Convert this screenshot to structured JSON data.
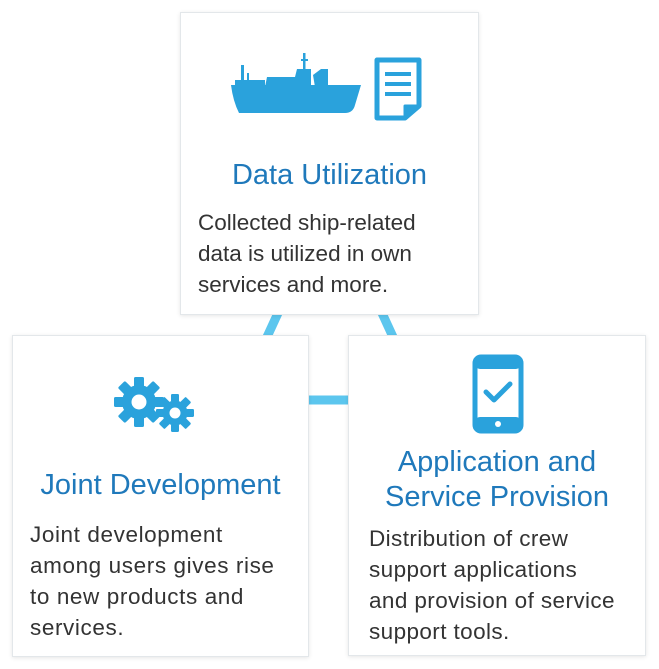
{
  "colors": {
    "accent": "#1f79bb",
    "icon": "#2aa2dc",
    "connector": "#5cc6ee",
    "text": "#333333"
  },
  "cards": {
    "data_utilization": {
      "title": "Data Utilization",
      "desc_lines": [
        "Collected ship-related",
        "data is utilized in own",
        "services and more."
      ],
      "icons": [
        "ship-icon",
        "document-icon"
      ]
    },
    "joint_development": {
      "title": "Joint Development",
      "desc_lines": [
        "Joint development",
        "among users gives rise",
        "to new products and",
        "services."
      ],
      "icons": [
        "gears-icon"
      ]
    },
    "application_service": {
      "title_lines": [
        "Application and",
        "Service Provision"
      ],
      "desc_lines": [
        "Distribution of crew",
        "support applications",
        "and provision of service",
        "support tools."
      ],
      "icons": [
        "smartphone-check-icon"
      ]
    }
  }
}
